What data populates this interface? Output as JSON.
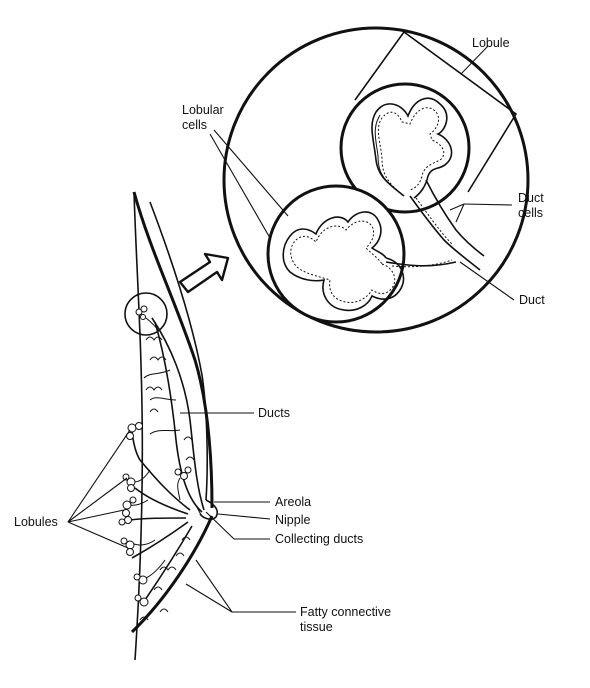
{
  "labels": {
    "lobule": "Lobule",
    "lobular_cells_line1": "Lobular",
    "lobular_cells_line2": "cells",
    "duct_cells_line1": "Duct",
    "duct_cells_line2": "cells",
    "duct": "Duct",
    "ducts": "Ducts",
    "areola": "Areola",
    "nipple": "Nipple",
    "collecting_ducts": "Collecting ducts",
    "lobules": "Lobules",
    "fatty_line1": "Fatty connective",
    "fatty_line2": "tissue"
  },
  "colors": {
    "ink": "#111111",
    "paper": "#ffffff"
  },
  "icons": [
    "magnify-arrow-icon"
  ]
}
